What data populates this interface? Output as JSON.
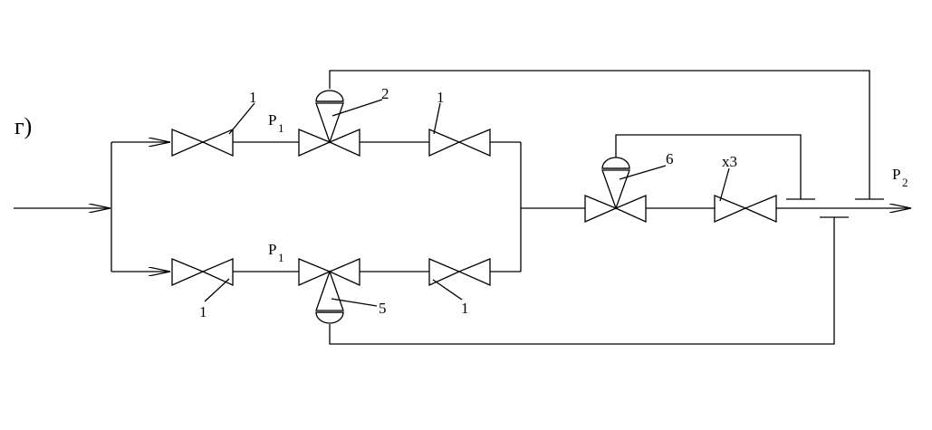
{
  "figure_label": "г)",
  "labels": {
    "p1_top": "P",
    "p1_top_sub": "1",
    "p1_bottom": "P",
    "p1_bottom_sub": "1",
    "p2": "P",
    "p2_sub": "2",
    "num_1_a": "1",
    "num_1_b": "1",
    "num_1_c": "1",
    "num_1_d": "1",
    "num_2": "2",
    "num_5": "5",
    "num_6": "6",
    "x3": "x3"
  },
  "colors": {
    "line": "#000000",
    "background": "#ffffff"
  }
}
